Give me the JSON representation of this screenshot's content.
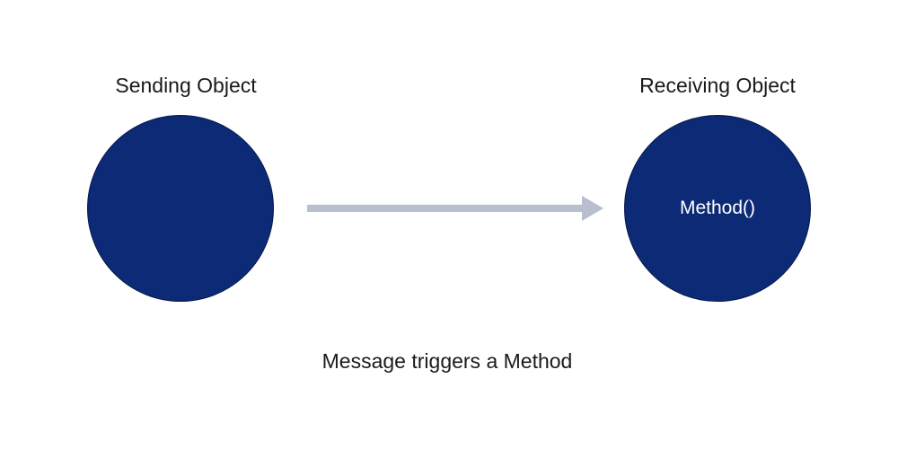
{
  "diagram": {
    "sender": {
      "title": "Sending Object"
    },
    "receiver": {
      "title": "Receiving Object",
      "method_label": "Method()"
    },
    "caption": "Message triggers a Method",
    "colors": {
      "node_fill": "#0c2a75",
      "arrow": "#b8bfcf",
      "text": "#1a1a1a",
      "node_text": "#ffffff"
    }
  }
}
